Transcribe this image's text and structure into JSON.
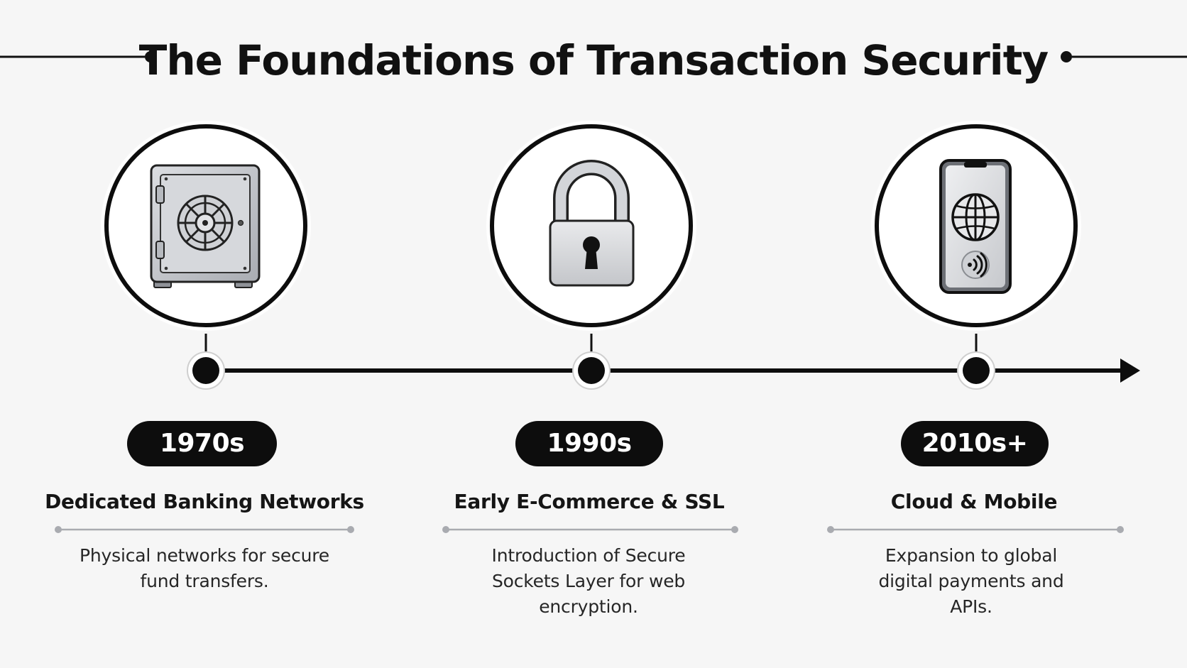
{
  "title": "The Foundations of Transaction Security",
  "milestones": [
    {
      "year": "1970s",
      "heading": "Dedicated Banking Networks",
      "description": "Physical networks for secure fund transfers.",
      "icon": "vault-safe-icon"
    },
    {
      "year": "1990s",
      "heading": "Early E-Commerce & SSL",
      "description": "Introduction of Secure Sockets Layer for web encryption.",
      "icon": "padlock-icon"
    },
    {
      "year": "2010s+",
      "heading": "Cloud & Mobile",
      "description": "Expansion to global digital payments and APIs.",
      "icon": "smartphone-globe-contactless-icon"
    }
  ],
  "colors": {
    "background": "#f6f6f6",
    "ink": "#0d0d0d",
    "metal": "#c9cbcf",
    "metal_dark": "#9a9da3",
    "divider": "#a9abb0"
  }
}
